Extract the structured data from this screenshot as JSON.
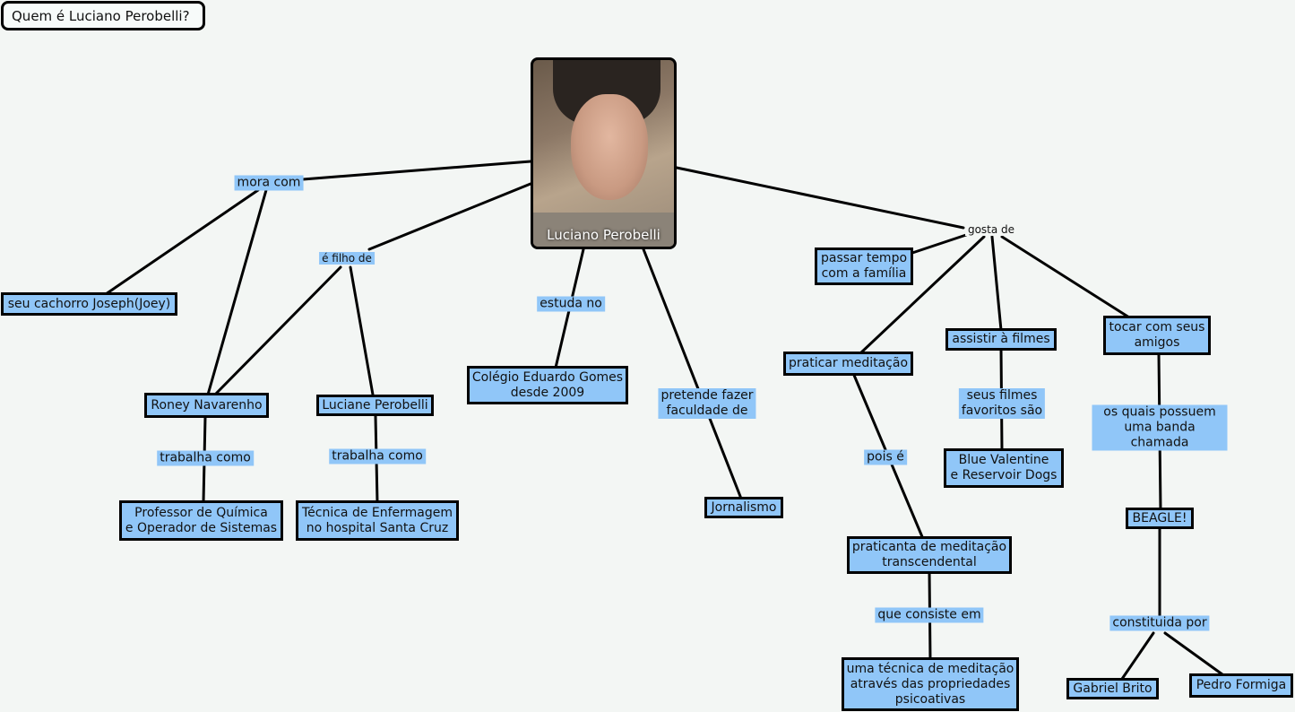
{
  "title": "Quem é Luciano Perobelli?",
  "center": {
    "caption": "Luciano Perobelli",
    "image": "portrait-photo"
  },
  "nodes": {
    "dog": "seu cachorro Joseph(Joey)",
    "roney": "Roney Navarenho",
    "luciane": "Luciane Perobelli",
    "roney_job": "Professor de Química\ne Operador de Sistemas",
    "luciane_job": "Técnica de Enfermagem\nno hospital Santa Cruz",
    "school": "Colégio Eduardo Gomes\ndesde 2009",
    "journalism": "Jornalismo",
    "family": "passar tempo\ncom a família",
    "meditation": "praticar meditação",
    "films": "assistir à filmes",
    "friends": "tocar com seus\namigos",
    "fav_films": "Blue Valentine\ne Reservoir Dogs",
    "band": "BEAGLE!",
    "tm": "praticanta de meditação\ntranscendental",
    "technique": "uma técnica de meditação\natravés das propriedades\npsicoativas",
    "gabriel": "Gabriel Brito",
    "pedro": "Pedro Formiga"
  },
  "links": {
    "mora_com": "mora com",
    "filho_de": "é filho de",
    "estuda_no": "estuda no",
    "pretende": "pretende fazer\nfaculdade de",
    "gosta_de": "gosta de",
    "trabalha_roney": "trabalha como",
    "trabalha_luciane": "trabalha como",
    "pois_e": "pois é",
    "seus_filmes": "seus filmes\nfavoritos são",
    "os_quais": "os quais possuem\numa banda chamada",
    "consiste": "que consiste em",
    "constituida": "constituida por"
  }
}
